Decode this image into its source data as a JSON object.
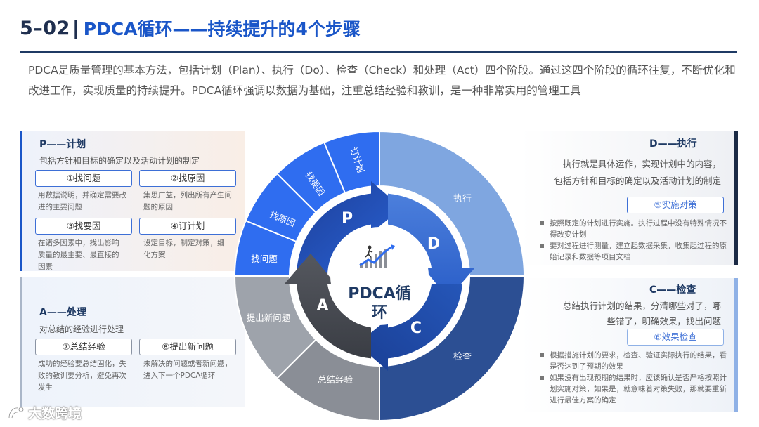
{
  "title": {
    "number": "5–02",
    "sep": "|",
    "main": "PDCA循环——持续提升的4个步骤"
  },
  "intro": "PDCA是质量管理的基本方法，包括计划（Plan）、执行（Do）、检查（Check）和处理（Act）四个阶段。通过这四个阶段的循环往复，不断优化和改进工作，实现质量的持续提升。PDCA循环强调以数据为基础，注重总结经验和教训，是一种非常实用的管理工具",
  "plan": {
    "title": "P——计划",
    "desc": "包括方针和目标的确定以及活动计划的制定",
    "items": [
      {
        "label": "①找问题",
        "text": "用数据说明，并确定需要改进的主要问题"
      },
      {
        "label": "②找原因",
        "text": "集思广益，列出所有产生问题的原因"
      },
      {
        "label": "③找要因",
        "text": "在诸多因素中，找出影响质量的最主要、最直接的因素"
      },
      {
        "label": "④订计划",
        "text": "设定目标，制定对策，细化方案"
      }
    ]
  },
  "act": {
    "title": "A——处理",
    "desc": "对总结的经验进行处理",
    "items": [
      {
        "label": "⑦总结经验",
        "text": "成功的经验要总结固化，失败的教训要分析，避免再次发生"
      },
      {
        "label": "⑧提出新问题",
        "text": "未解决的问题或者新问题，进入下一个PDCA循环"
      }
    ]
  },
  "do": {
    "title": "D——执行",
    "desc_line1": "执行就是具体运作，实现计划中的内容，",
    "desc_line2": "包括方针和目标的确定以及活动计划的制定",
    "pill": "⑤实施对策",
    "bullets": [
      "按照既定的计划进行实施。执行过程中没有特殊情况不得改变计划",
      "要对过程进行测量，建立起数据采集，收集起过程的原始记录和数据等项目文档"
    ]
  },
  "check": {
    "title": "C——检查",
    "desc_line1": "总结执行计划的结果，分清哪些对了，哪",
    "desc_line2": "些错了，明确效果，找出问题",
    "pill": "⑥效果检查",
    "bullets": [
      "根据措施计划的要求，检查、验证实际执行的结果，看是否达到了预期的效果",
      "如果没有出现预期的结果时，应该确认是否严格按照计划实施对策，如果是，就意味着对策失败，那就要重新进行最佳方案的确定"
    ]
  },
  "wheel": {
    "center_line1": "PDCA循",
    "center_line2": "环",
    "p": "P",
    "d": "D",
    "c": "C",
    "a": "A",
    "seg_zhaowenti": "找问题",
    "seg_zhaoyuanyin": "找原因",
    "seg_zhaoyaoyin": "找要因",
    "seg_dingjihua": "订计划",
    "seg_zhixing": "执行",
    "seg_jiancha": "检查",
    "seg_zongjie": "总结经验",
    "seg_tichu": "提出新问题"
  },
  "watermark": "大数跨境",
  "colors": {
    "title_blue": "#1a56c8",
    "navy": "#1f3a64",
    "seg_blue": "#2f6df0",
    "seg_light": "#7fa6e0",
    "seg_dark": "#2c4f93",
    "seg_gray": "#8a8e96"
  }
}
